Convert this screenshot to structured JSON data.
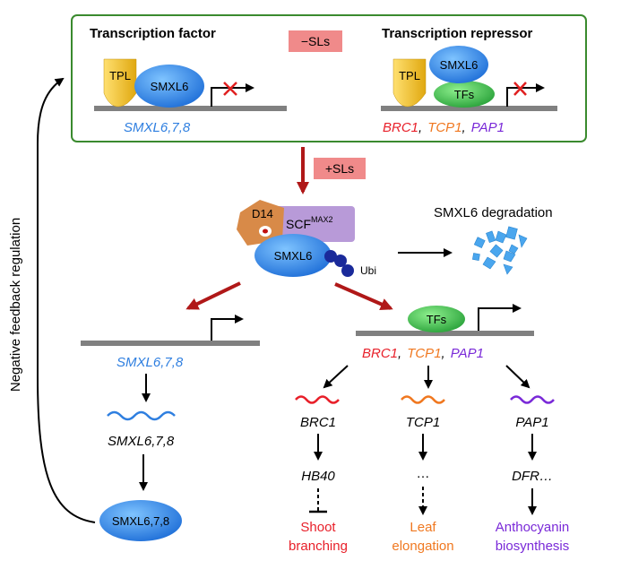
{
  "top_box": {
    "left_title": "Transcription factor",
    "right_title": "Transcription repressor",
    "no_sl_label": "−SLs",
    "tpl_left": "TPL",
    "smxl6_left": "SMXL6",
    "left_gene": "SMXL6,7,8",
    "tpl_right": "TPL",
    "smxl6_right": "SMXL6",
    "tfs_right": "TFs",
    "genes_right": {
      "brc1": "BRC1",
      "comma1": ",",
      "tcp1": "TCP1",
      "comma2": ",",
      "pap1": "PAP1"
    }
  },
  "plus_sl_label": "+SLs",
  "complex": {
    "d14": "D14",
    "scf_base": "SCF",
    "scf_sup": "MAX2",
    "smxl6": "SMXL6",
    "ubi": "Ubi"
  },
  "degradation_label": "SMXL6 degradation",
  "feedback_label": "Negative feedback regulation",
  "left_path": {
    "gene": "SMXL6,7,8",
    "transcript": "SMXL6,7,8",
    "protein": "SMXL6,7,8"
  },
  "right_path": {
    "tfs": "TFs",
    "genes": {
      "brc1": "BRC1",
      "comma1": ",",
      "tcp1": "TCP1",
      "comma2": ",",
      "pap1": "PAP1"
    },
    "branches": [
      {
        "transcript": "BRC1",
        "mid": "HB40",
        "outcome_line1": "Shoot",
        "outcome_line2": "branching"
      },
      {
        "transcript": "TCP1",
        "mid": "…",
        "outcome_line1": "Leaf",
        "outcome_line2": "elongation"
      },
      {
        "transcript": "PAP1",
        "mid": "DFR…",
        "outcome_line1": "Anthocyanin",
        "outcome_line2": "biosynthesis"
      }
    ]
  },
  "colors": {
    "box_border": "#3a8a2e",
    "dna": "#808080",
    "red_arrow": "#b01818",
    "sl_badge": "#f08a8a",
    "brc1": "#e8202a",
    "tcp1": "#f07820",
    "pap1": "#7a2ad8",
    "smxl_blue": "#2f7fe0",
    "tpl": "#f0c020",
    "tfs": "#3cb84a",
    "d14": "#d88a48",
    "scf": "#b89ad8",
    "ubi": "#1a2a9a"
  }
}
